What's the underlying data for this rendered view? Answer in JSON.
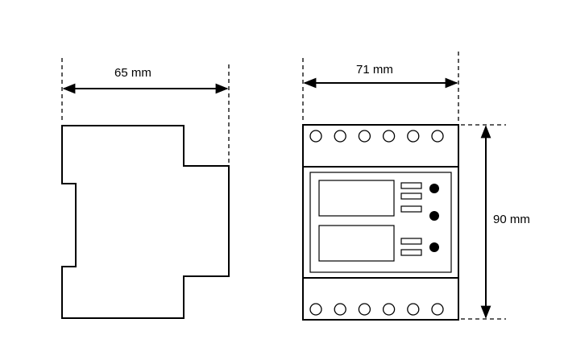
{
  "dimensions": {
    "depth_label": "65 mm",
    "width_label": "71 mm",
    "height_label": "90 mm"
  },
  "front_view": {
    "top_terminal_count": 6,
    "bottom_terminal_count": 6
  }
}
